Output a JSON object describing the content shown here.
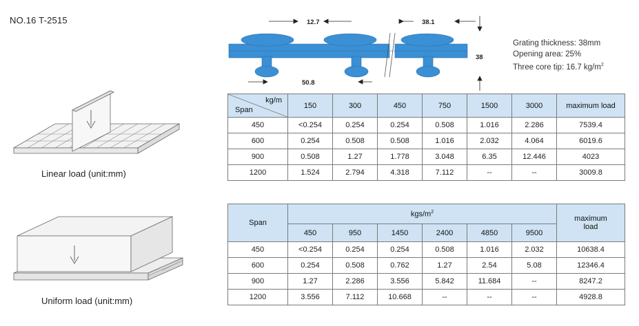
{
  "title": "NO.16  T-2515",
  "specs": {
    "thickness": "Grating thickness: 38mm",
    "opening": "Opening area: 25%",
    "tip_prefix": "Three core tip: 16.7 kg/m",
    "tip_sup": "2"
  },
  "profile": {
    "dim_top_left": "12.7",
    "dim_top_right": "38.1",
    "dim_height": "38",
    "dim_bottom": "50.8",
    "color": "#3b8fd4"
  },
  "captions": {
    "linear": "Linear load (unit:mm)",
    "uniform": "Uniform load (unit:mm)"
  },
  "linear_table": {
    "corner_unit": "kg/m",
    "corner_span": "Span",
    "columns": [
      "150",
      "300",
      "450",
      "750",
      "1500",
      "3000",
      "maximum load"
    ],
    "rows": [
      [
        "450",
        "<0.254",
        "0.254",
        "0.254",
        "0.508",
        "1.016",
        "2.286",
        "7539.4"
      ],
      [
        "600",
        "0.254",
        "0.508",
        "0.508",
        "1.016",
        "2.032",
        "4.064",
        "6019.6"
      ],
      [
        "900",
        "0.508",
        "1.27",
        "1.778",
        "3.048",
        "6.35",
        "12.446",
        "4023"
      ],
      [
        "1200",
        "1.524",
        "2.794",
        "4.318",
        "7.112",
        "--",
        "--",
        "3009.8"
      ]
    ]
  },
  "uniform_table": {
    "span_label": "Span",
    "unit_prefix": "kgs/m",
    "unit_sup": "2",
    "max_label_1": "maximum",
    "max_label_2": "load",
    "columns": [
      "450",
      "950",
      "1450",
      "2400",
      "4850",
      "9500"
    ],
    "rows": [
      [
        "450",
        "<0.254",
        "0.254",
        "0.254",
        "0.508",
        "1.016",
        "2.032",
        "10638.4"
      ],
      [
        "600",
        "0.254",
        "0.508",
        "0.762",
        "1.27",
        "2.54",
        "5.08",
        "12346.4"
      ],
      [
        "900",
        "1.27",
        "2.286",
        "3.556",
        "5.842",
        "11.684",
        "--",
        "8247.2"
      ],
      [
        "1200",
        "3.556",
        "7.112",
        "10.668",
        "--",
        "--",
        "--",
        "4928.8"
      ]
    ]
  },
  "header_color": "#cfe3f4"
}
